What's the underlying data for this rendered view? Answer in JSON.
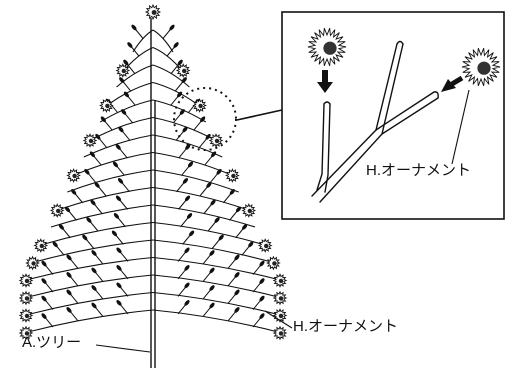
{
  "labels": {
    "tree": "A.ツリー",
    "ornament": "H.オーナメント",
    "ornament_inset": "H.オーナメント"
  },
  "colors": {
    "line": "#111111",
    "background": "#ffffff",
    "ornament_dark": "#222222"
  },
  "icons": {
    "ornament": "spiky-ball-icon",
    "arrow": "arrow-down-icon"
  }
}
